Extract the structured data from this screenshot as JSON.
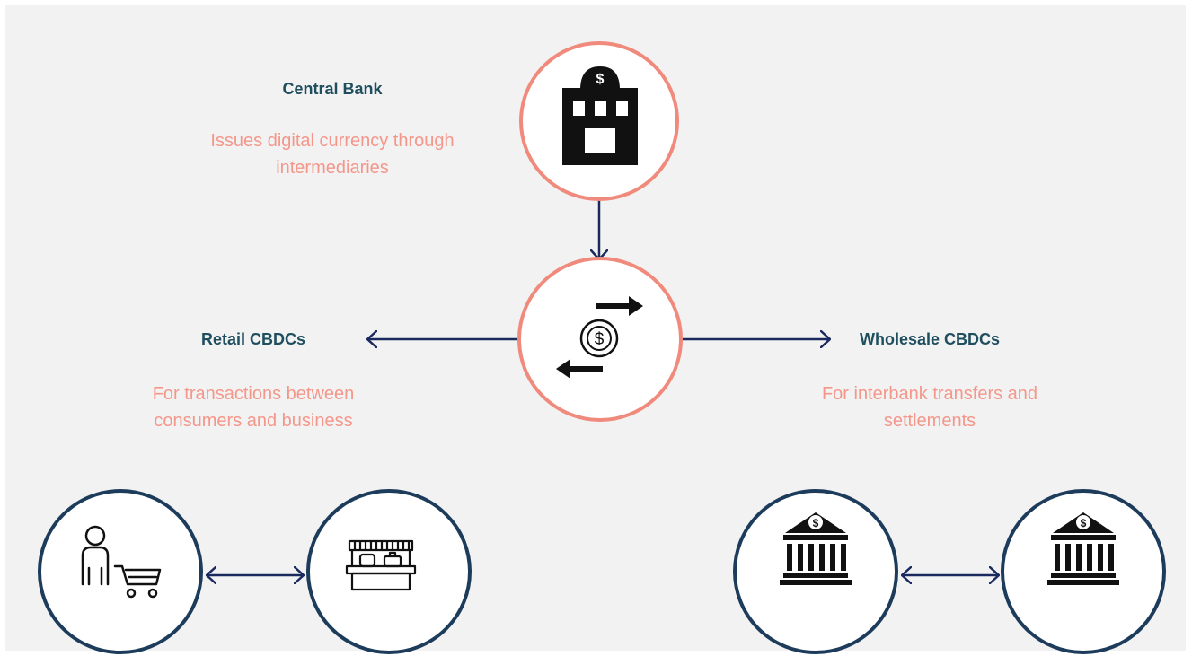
{
  "colors": {
    "background": "#f2f2f2",
    "heading": "#1f4e5f",
    "description": "#f4978b",
    "salmon_ring": "#f08a7c",
    "navy_ring": "#1d3c5c",
    "arrow": "#1b2a5e",
    "icon": "#111111"
  },
  "central_bank": {
    "title": "Central Bank",
    "description": "Issues digital currency through intermediaries",
    "icon": "bank-building-icon"
  },
  "hub": {
    "icon": "currency-exchange-icon",
    "symbol": "$"
  },
  "retail": {
    "title": "Retail CBDCs",
    "description": "For transactions between consumers and business",
    "nodes": [
      "shopper-cart-icon",
      "market-stall-icon"
    ]
  },
  "wholesale": {
    "title": "Wholesale CBDCs",
    "description": "For interbank transfers and settlements",
    "nodes": [
      "bank-icon",
      "bank-icon"
    ]
  }
}
